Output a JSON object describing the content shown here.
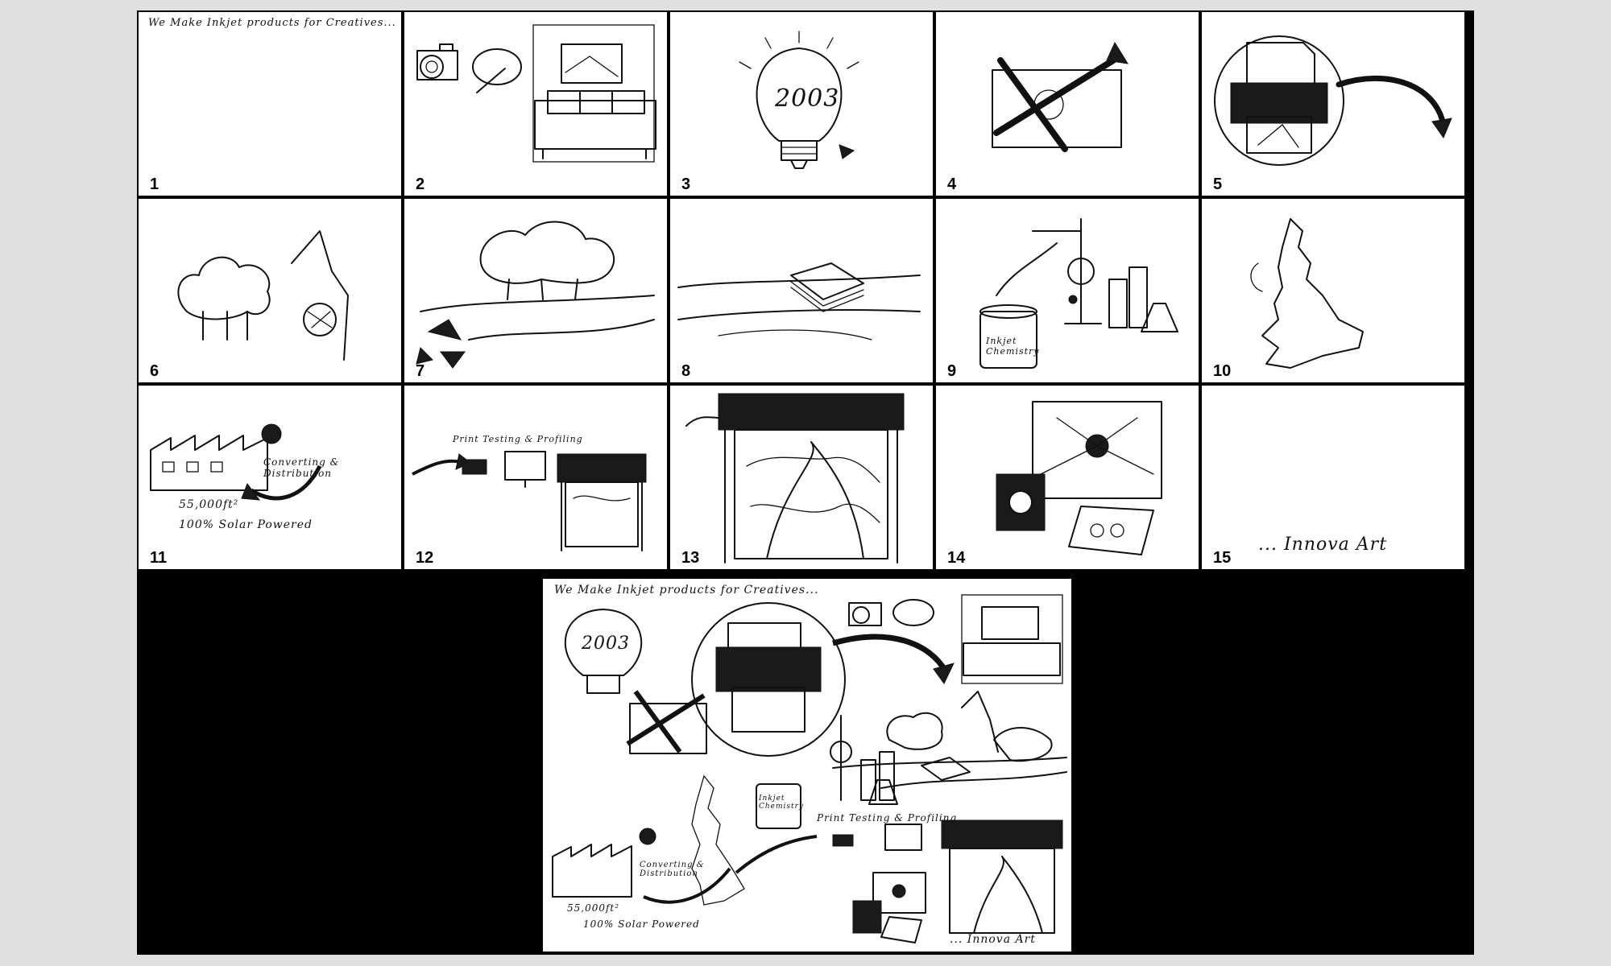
{
  "panels": [
    {
      "number": "1",
      "caption": "We Make Inkjet products for Creatives..."
    },
    {
      "number": "2",
      "caption": ""
    },
    {
      "number": "3",
      "caption": "2003"
    },
    {
      "number": "4",
      "caption": ""
    },
    {
      "number": "5",
      "caption": ""
    },
    {
      "number": "6",
      "caption": ""
    },
    {
      "number": "7",
      "caption": ""
    },
    {
      "number": "8",
      "caption": ""
    },
    {
      "number": "9",
      "caption": "Inkjet Chemistry"
    },
    {
      "number": "10",
      "caption": ""
    },
    {
      "number": "11",
      "caption": "Converting & Distribution",
      "caption2": "55,000ft²",
      "caption3": "100% Solar Powered"
    },
    {
      "number": "12",
      "caption": "Print Testing & Profiling"
    },
    {
      "number": "13",
      "caption": ""
    },
    {
      "number": "14",
      "caption": ""
    },
    {
      "number": "15",
      "caption": "... Innova Art"
    }
  ],
  "composite": {
    "header": "We Make Inkjet products for Creatives...",
    "bulb_year": "2003",
    "chemistry": "Inkjet Chemistry",
    "testing": "Print Testing & Profiling",
    "converting": "Converting & Distribution",
    "area": "55,000ft²",
    "solar": "100% Solar Powered",
    "signature": "... Innova Art"
  }
}
